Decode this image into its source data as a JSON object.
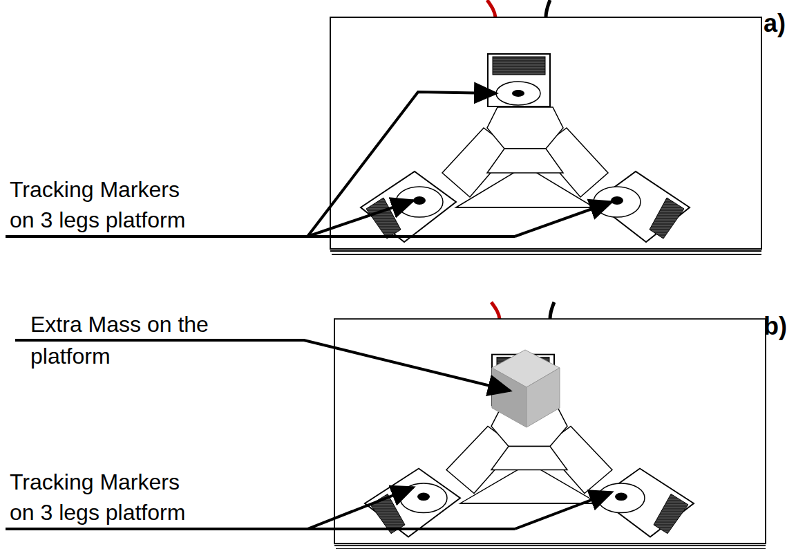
{
  "diagram": {
    "labels": [
      "a)",
      "Tracking Markers on 3 legs platform",
      "b)",
      "Extra Mass on the platform",
      "Tracking Markers on 3 legs platform"
    ]
  }
}
